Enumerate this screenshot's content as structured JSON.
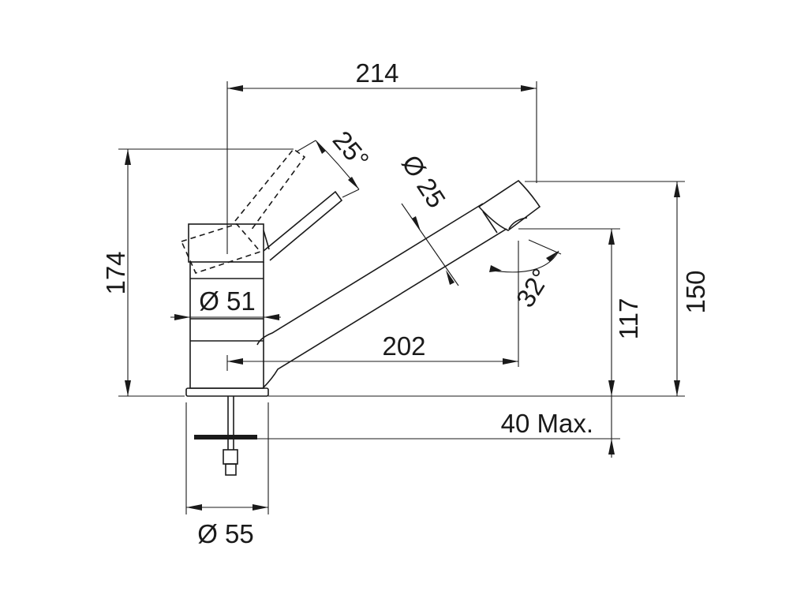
{
  "dimensions": {
    "overall_width": "214",
    "lever_angle": "25°",
    "spout_diameter": "Ø 25",
    "overall_height": "174",
    "body_diameter": "Ø 51",
    "spout_angle": "32°",
    "outlet_height": "117",
    "spout_top_height": "150",
    "spout_reach": "202",
    "mounting_depth": "40 Max.",
    "base_diameter": "Ø 55"
  }
}
